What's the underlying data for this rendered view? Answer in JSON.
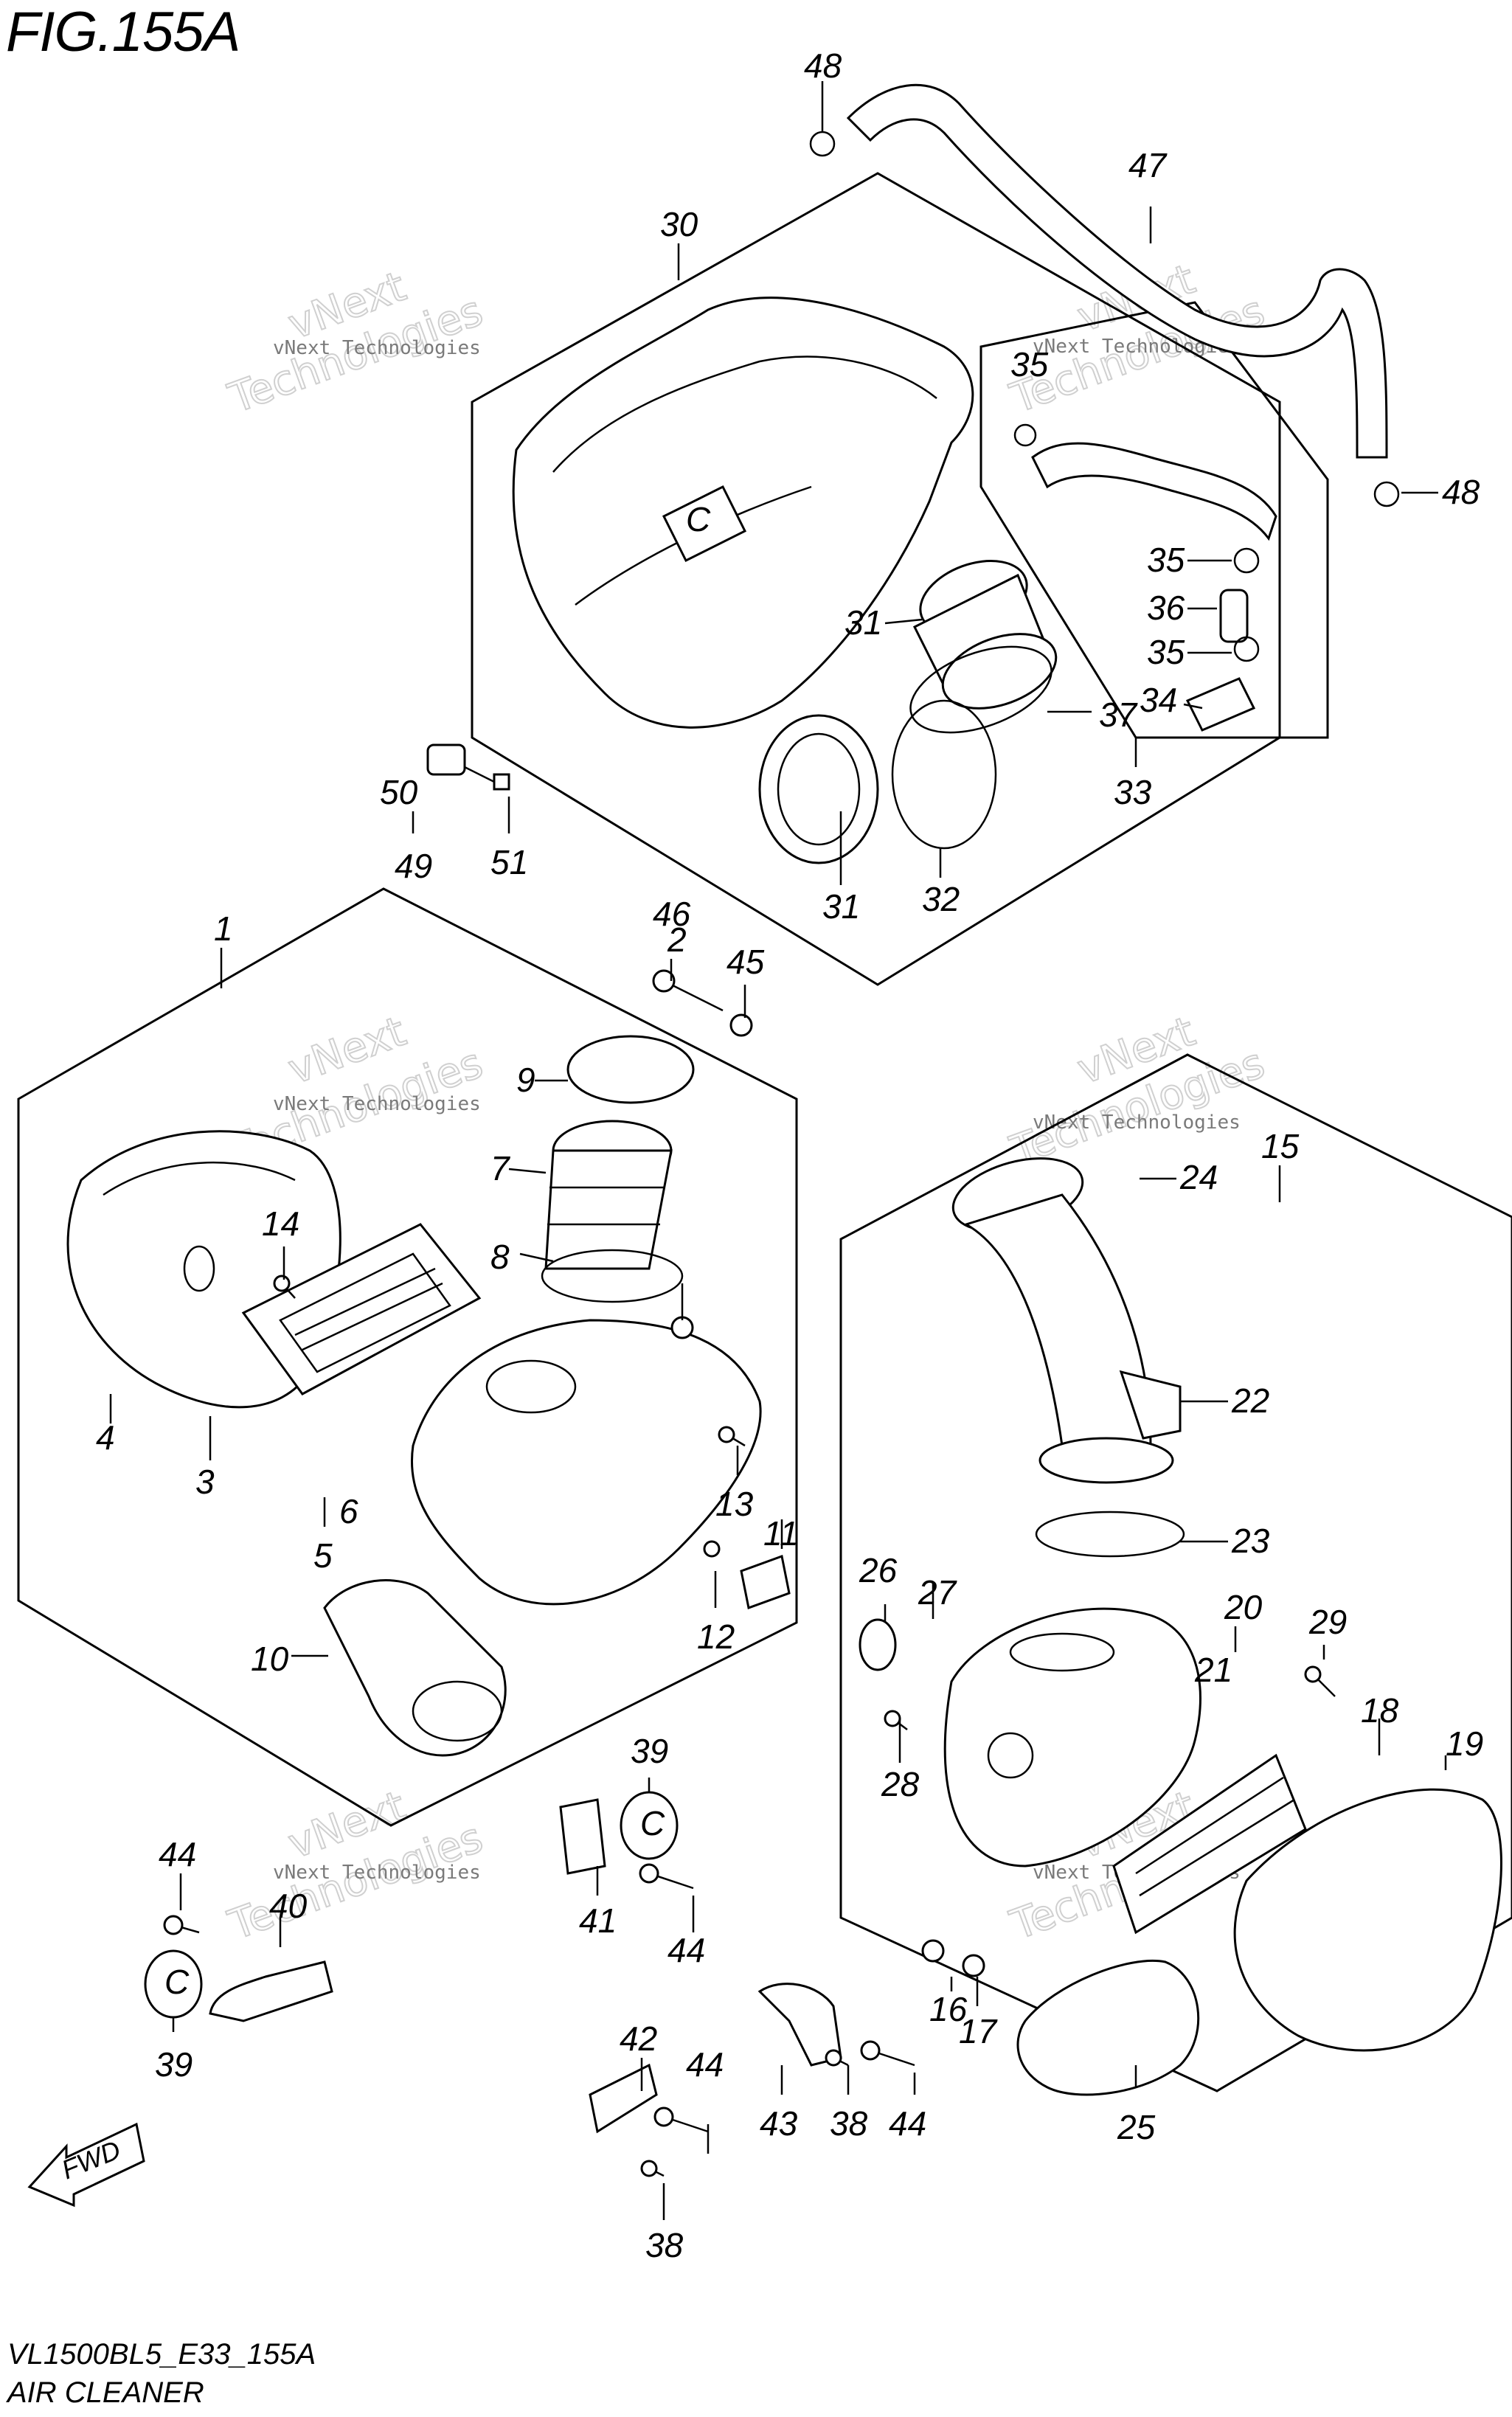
{
  "figure": {
    "title": "FIG.155A",
    "code": "VL1500BL5_E33_155A",
    "name": "AIR CLEANER"
  },
  "watermark": {
    "text": "vNext Technologies",
    "line1": "vNext",
    "line2": "Technologies"
  },
  "direction_badge": "FWD",
  "callouts": [
    {
      "id": "c1",
      "label": "1"
    },
    {
      "id": "c2",
      "label": "2"
    },
    {
      "id": "c3",
      "label": "3"
    },
    {
      "id": "c4",
      "label": "4"
    },
    {
      "id": "c5",
      "label": "5"
    },
    {
      "id": "c6",
      "label": "6"
    },
    {
      "id": "c7",
      "label": "7"
    },
    {
      "id": "c8",
      "label": "8"
    },
    {
      "id": "c9",
      "label": "9"
    },
    {
      "id": "c10",
      "label": "10"
    },
    {
      "id": "c11",
      "label": "11"
    },
    {
      "id": "c12",
      "label": "12"
    },
    {
      "id": "c13",
      "label": "13"
    },
    {
      "id": "c14",
      "label": "14"
    },
    {
      "id": "c15",
      "label": "15"
    },
    {
      "id": "c16",
      "label": "16"
    },
    {
      "id": "c17",
      "label": "17"
    },
    {
      "id": "c18",
      "label": "18"
    },
    {
      "id": "c19",
      "label": "19"
    },
    {
      "id": "c20",
      "label": "20"
    },
    {
      "id": "c21",
      "label": "21"
    },
    {
      "id": "c22",
      "label": "22"
    },
    {
      "id": "c23",
      "label": "23"
    },
    {
      "id": "c24",
      "label": "24"
    },
    {
      "id": "c25",
      "label": "25"
    },
    {
      "id": "c26",
      "label": "26"
    },
    {
      "id": "c27",
      "label": "27"
    },
    {
      "id": "c28",
      "label": "28"
    },
    {
      "id": "c29",
      "label": "29"
    },
    {
      "id": "c30",
      "label": "30"
    },
    {
      "id": "c31a",
      "label": "31"
    },
    {
      "id": "c31b",
      "label": "31"
    },
    {
      "id": "c32",
      "label": "32"
    },
    {
      "id": "c33",
      "label": "33"
    },
    {
      "id": "c34",
      "label": "34"
    },
    {
      "id": "c35a",
      "label": "35"
    },
    {
      "id": "c35b",
      "label": "35"
    },
    {
      "id": "c35c",
      "label": "35"
    },
    {
      "id": "c36",
      "label": "36"
    },
    {
      "id": "c37",
      "label": "37"
    },
    {
      "id": "c38a",
      "label": "38"
    },
    {
      "id": "c38b",
      "label": "38"
    },
    {
      "id": "c39a",
      "label": "39"
    },
    {
      "id": "c39b",
      "label": "39"
    },
    {
      "id": "c40",
      "label": "40"
    },
    {
      "id": "c41",
      "label": "41"
    },
    {
      "id": "c42",
      "label": "42"
    },
    {
      "id": "c43",
      "label": "43"
    },
    {
      "id": "c44a",
      "label": "44"
    },
    {
      "id": "c44b",
      "label": "44"
    },
    {
      "id": "c44c",
      "label": "44"
    },
    {
      "id": "c44d",
      "label": "44"
    },
    {
      "id": "c45",
      "label": "45"
    },
    {
      "id": "c46",
      "label": "46"
    },
    {
      "id": "c47",
      "label": "47"
    },
    {
      "id": "c48a",
      "label": "48"
    },
    {
      "id": "c48b",
      "label": "48"
    },
    {
      "id": "c49",
      "label": "49"
    },
    {
      "id": "c50",
      "label": "50"
    },
    {
      "id": "c51",
      "label": "51"
    }
  ]
}
